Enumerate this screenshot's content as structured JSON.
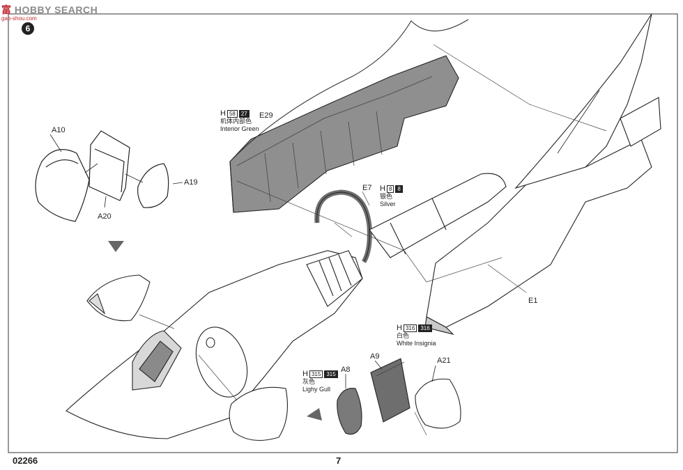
{
  "watermark": {
    "text": "HOBBY SEARCH",
    "prefix": "富",
    "sub": "gao-shou.com"
  },
  "step": {
    "number": "6"
  },
  "parts": {
    "a10": "A10",
    "a20": "A20",
    "a19": "A19",
    "e29": "E29",
    "e7": "E7",
    "e1": "E1",
    "a8": "A8",
    "a9": "A9",
    "a21": "A21"
  },
  "paints": [
    {
      "letter": "H",
      "code1": "58",
      "code2": "27",
      "cn": "机体内部色",
      "en": "Interior Green"
    },
    {
      "letter": "H",
      "code1": "8",
      "code2": "8",
      "cn": "银色",
      "en": "Silver"
    },
    {
      "letter": "H",
      "code1": "316",
      "code2": "316",
      "cn": "白色",
      "en": "White Insignia"
    },
    {
      "letter": "H",
      "code1": "315",
      "code2": "315",
      "cn": "灰色",
      "en": "Lighy Gull"
    }
  ],
  "footer": {
    "product_code": "02266",
    "page_number": "7"
  },
  "colors": {
    "line": "#2a2a2a",
    "interior": "#8f8f8f",
    "dark_part": "#6e6e6e",
    "shade": "#c9c9c9"
  }
}
